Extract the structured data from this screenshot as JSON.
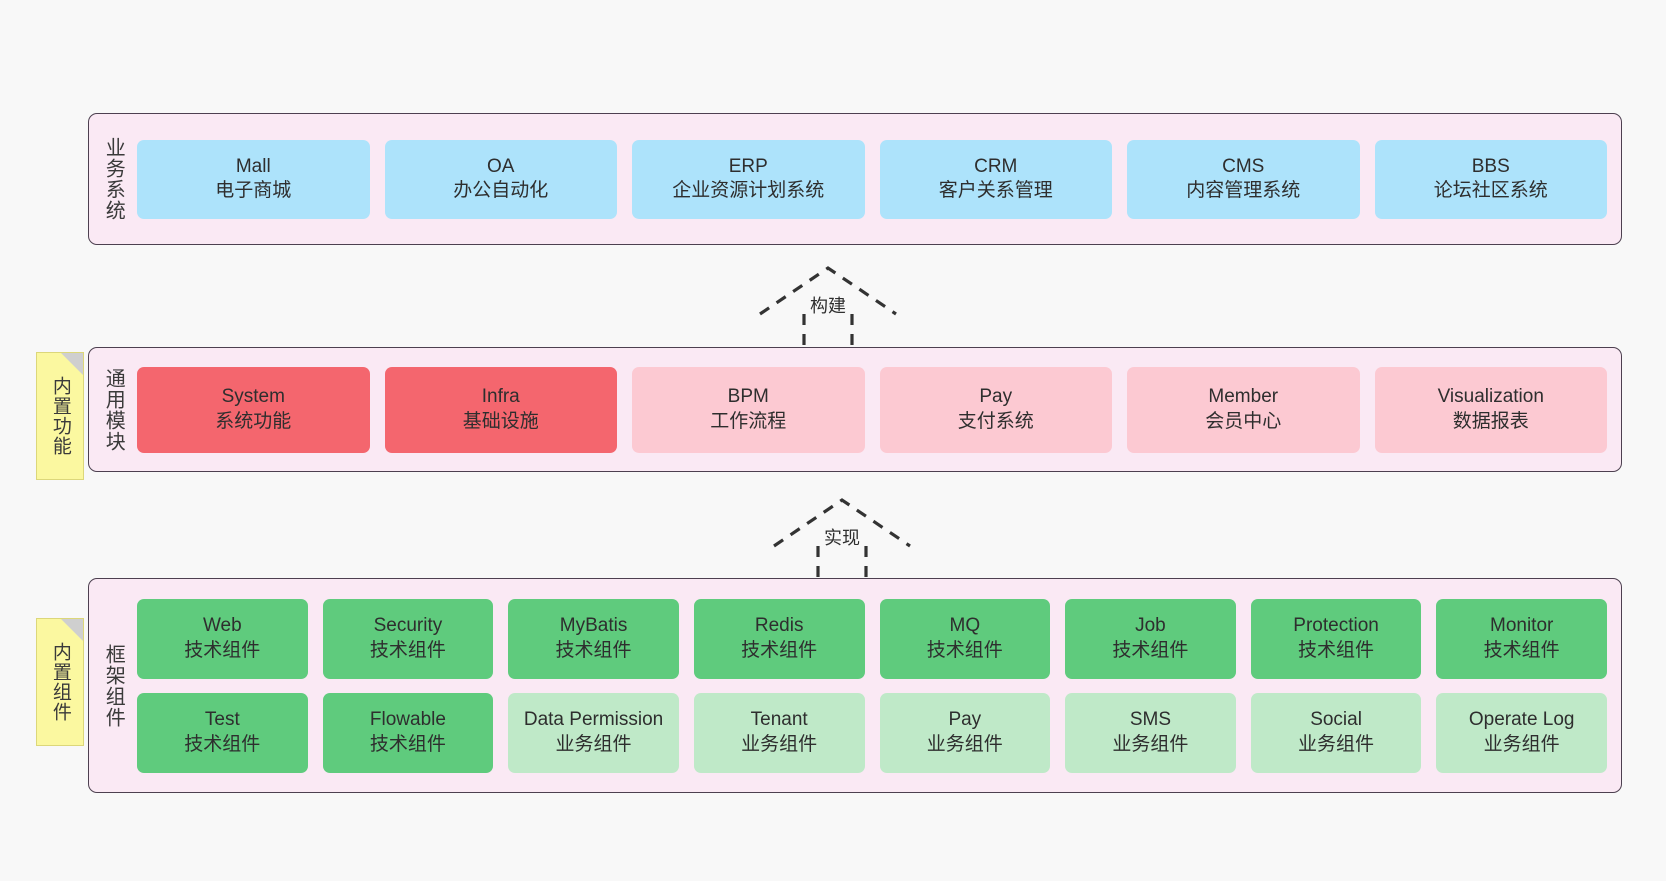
{
  "layers": [
    {
      "id": "business-systems",
      "title": "业务系统",
      "cards": [
        {
          "en": "Mall",
          "cn": "电子商城",
          "style": "blue"
        },
        {
          "en": "OA",
          "cn": "办公自动化",
          "style": "blue"
        },
        {
          "en": "ERP",
          "cn": "企业资源计划系统",
          "style": "blue"
        },
        {
          "en": "CRM",
          "cn": "客户关系管理",
          "style": "blue"
        },
        {
          "en": "CMS",
          "cn": "内容管理系统",
          "style": "blue"
        },
        {
          "en": "BBS",
          "cn": "论坛社区系统",
          "style": "blue"
        }
      ]
    },
    {
      "id": "common-modules",
      "title": "通用模块",
      "note": "内置功能",
      "cards": [
        {
          "en": "System",
          "cn": "系统功能",
          "style": "red"
        },
        {
          "en": "Infra",
          "cn": "基础设施",
          "style": "red"
        },
        {
          "en": "BPM",
          "cn": "工作流程",
          "style": "pink"
        },
        {
          "en": "Pay",
          "cn": "支付系统",
          "style": "pink"
        },
        {
          "en": "Member",
          "cn": "会员中心",
          "style": "pink"
        },
        {
          "en": "Visualization",
          "cn": "数据报表",
          "style": "pink"
        }
      ]
    },
    {
      "id": "framework-components",
      "title": "框架组件",
      "note": "内置组件",
      "rows": [
        [
          {
            "en": "Web",
            "cn": "技术组件",
            "style": "green"
          },
          {
            "en": "Security",
            "cn": "技术组件",
            "style": "green"
          },
          {
            "en": "MyBatis",
            "cn": "技术组件",
            "style": "green"
          },
          {
            "en": "Redis",
            "cn": "技术组件",
            "style": "green"
          },
          {
            "en": "MQ",
            "cn": "技术组件",
            "style": "green"
          },
          {
            "en": "Job",
            "cn": "技术组件",
            "style": "green"
          },
          {
            "en": "Protection",
            "cn": "技术组件",
            "style": "green"
          },
          {
            "en": "Monitor",
            "cn": "技术组件",
            "style": "green"
          }
        ],
        [
          {
            "en": "Test",
            "cn": "技术组件",
            "style": "green"
          },
          {
            "en": "Flowable",
            "cn": "技术组件",
            "style": "green"
          },
          {
            "en": "Data Permission",
            "cn": "业务组件",
            "style": "lightgreen"
          },
          {
            "en": "Tenant",
            "cn": "业务组件",
            "style": "lightgreen"
          },
          {
            "en": "Pay",
            "cn": "业务组件",
            "style": "lightgreen"
          },
          {
            "en": "SMS",
            "cn": "业务组件",
            "style": "lightgreen"
          },
          {
            "en": "Social",
            "cn": "业务组件",
            "style": "lightgreen"
          },
          {
            "en": "Operate Log",
            "cn": "业务组件",
            "style": "lightgreen"
          }
        ]
      ]
    }
  ],
  "arrows": [
    {
      "id": "build",
      "label": "构建"
    },
    {
      "id": "implement",
      "label": "实现"
    }
  ],
  "colors": {
    "panel_background": "#fae9f4",
    "panel_border": "#4d4050",
    "blue_card": "#ade3fb",
    "red_card": "#f4666e",
    "pink_card": "#fcc9d2",
    "green_card": "#5fcb7d",
    "light_green_card": "#bfe9c8",
    "note_background": "#fbf8a0",
    "canvas_background": "#f8f8f8"
  }
}
